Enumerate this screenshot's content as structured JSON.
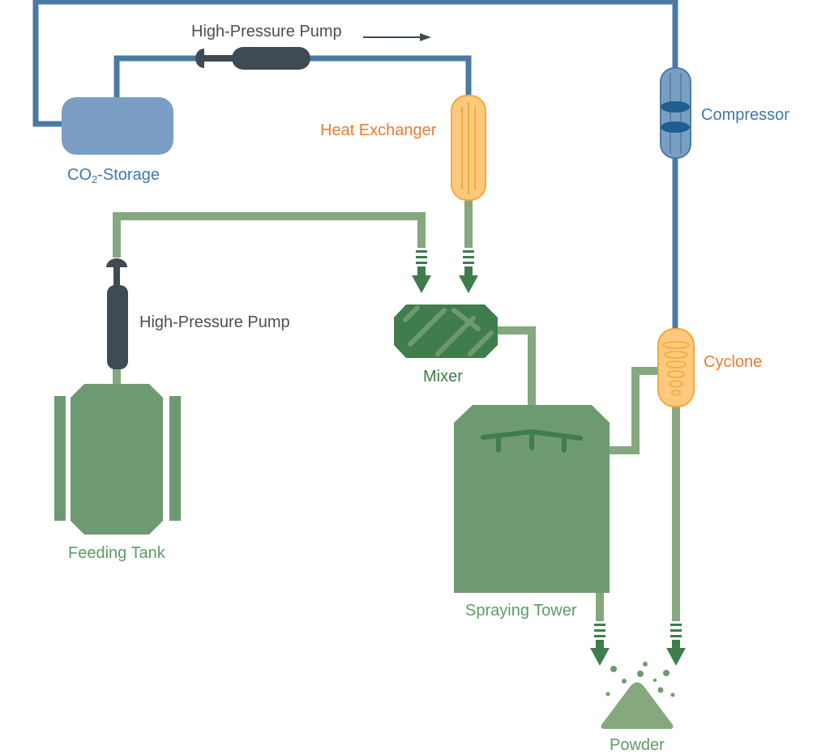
{
  "labels": {
    "co2_storage_main": "CO",
    "co2_storage_sub": "2",
    "co2_storage_rest": "-Storage",
    "pump_top": "High-Pressure Pump",
    "heat_exchanger": "Heat Exchanger",
    "compressor": "Compressor",
    "pump_left": "High-Pressure Pump",
    "mixer": "Mixer",
    "cyclone": "Cyclone",
    "feeding_tank": "Feeding Tank",
    "spraying_tower": "Spraying Tower",
    "powder": "Powder"
  },
  "colors": {
    "co2_line": "#4a7aa3",
    "co2_storage_fill": "#7b9fc4",
    "co2_text": "#3f78a8",
    "feed_line": "#85a87e",
    "green_dark": "#3f7d4c",
    "green_mid": "#6e9a71",
    "green_text": "#5f9a68",
    "orange_fill": "#fcc97e",
    "orange_stroke": "#f2a93a",
    "orange_text": "#ee7a30",
    "pump_dark": "#3e4b55",
    "label_gray": "#4a4f55"
  }
}
